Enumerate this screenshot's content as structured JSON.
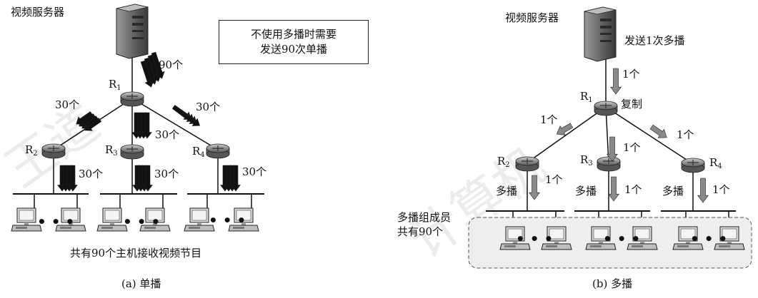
{
  "unicast": {
    "server_label": "视频服务器",
    "note_line1": "不使用多播时需要",
    "note_line2": "发送90次单播",
    "router_prefix": "R",
    "routers": [
      "1",
      "2",
      "3",
      "4"
    ],
    "count_90": "90个",
    "count_30": "30个",
    "hosts_note": "共有90个主机接收视频节目",
    "caption": "(a) 单播"
  },
  "multicast": {
    "server_label": "视频服务器",
    "send_label": "发送1次多播",
    "router_prefix": "R",
    "routers": [
      "1",
      "2",
      "3",
      "4"
    ],
    "count_1": "1个",
    "copy_label": "复制",
    "multicast_label": "多播",
    "group_line1": "多播组成员",
    "group_line2": "共有90个",
    "caption": "(b) 多播"
  },
  "colors": {
    "router_fill": "#8c8c8c",
    "arrow_dark": "#111111",
    "arrow_gray": "#8a8a8a",
    "server": "#6e6e6e",
    "group_fill": "#eeeeee"
  },
  "icons": [
    "server-icon",
    "router-icon",
    "computer-icon",
    "arrow-icon"
  ]
}
